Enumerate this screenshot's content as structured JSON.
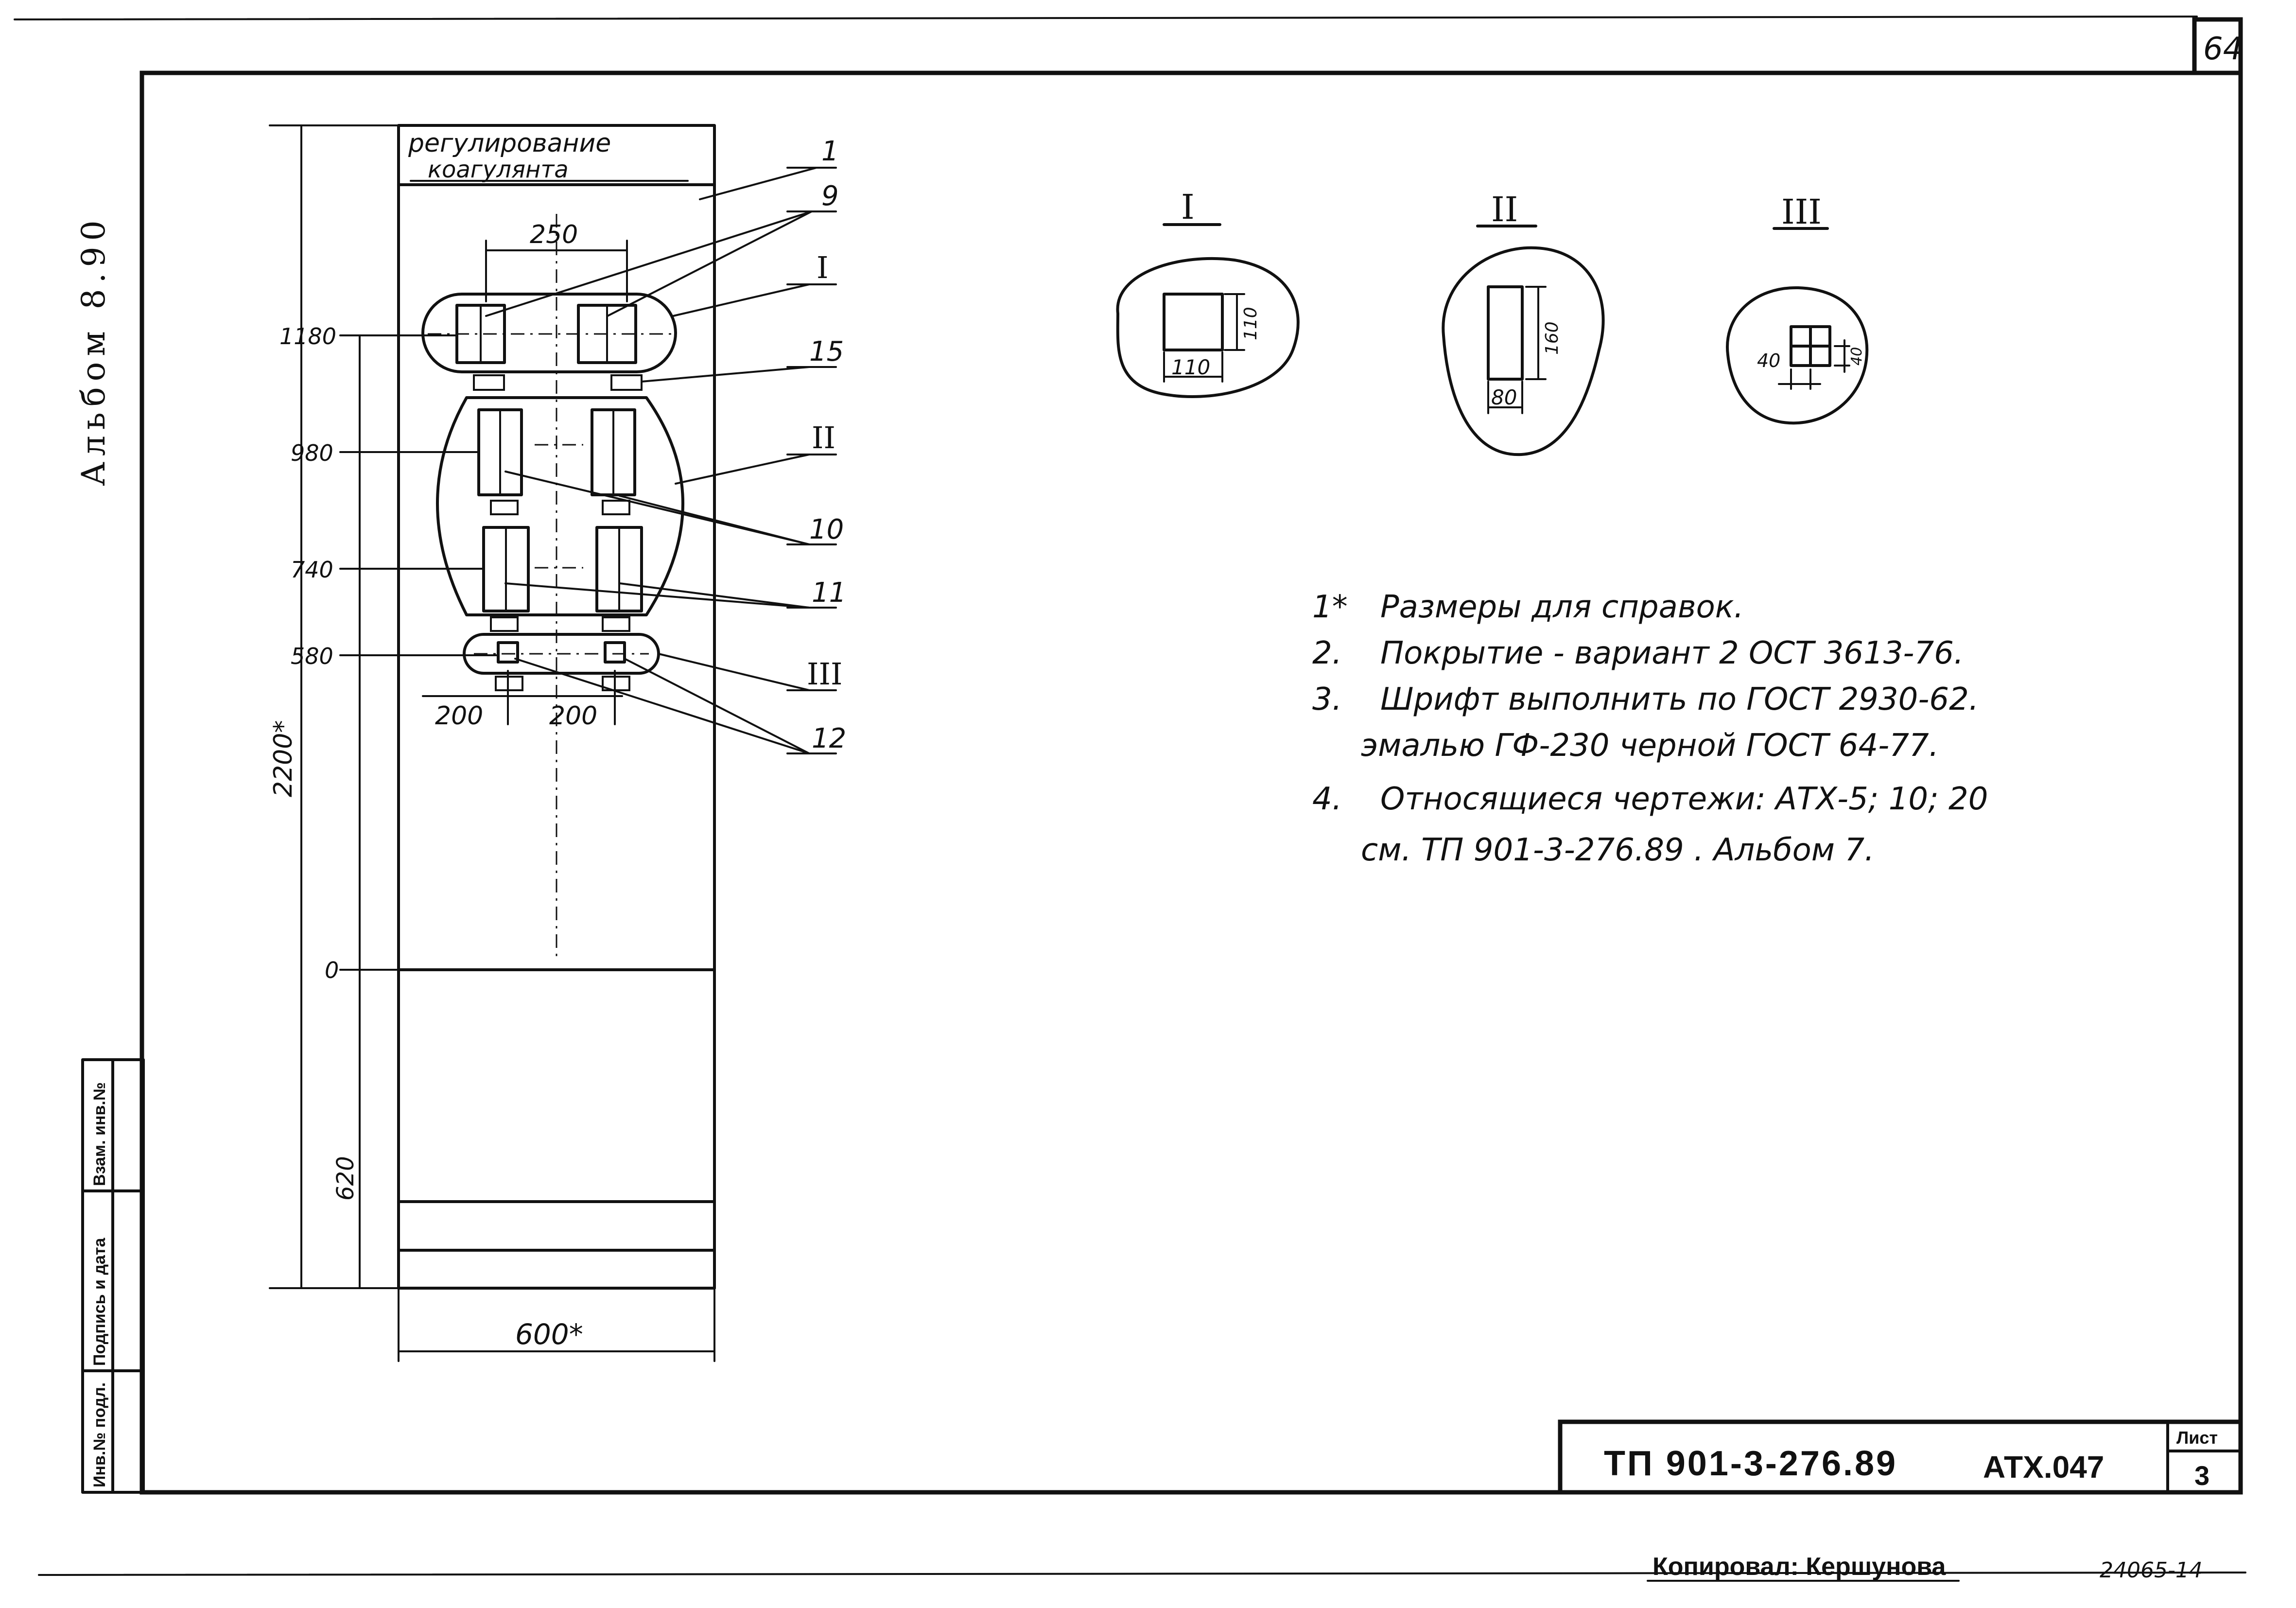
{
  "sheet": {
    "page_number": "64",
    "album_side_label": "Альбом 8.90",
    "sheet_label": "Лист",
    "sheet_value": "3",
    "doc_code": "ТП 901-3-276.89",
    "drawing_code": "АТХ.047",
    "copied_by": "Копировал: Кершунова",
    "archive_number": "24065-14"
  },
  "stamp_columns": [
    "Инв.№ подл.",
    "Подпись и дата",
    "Взам. инв.№"
  ],
  "panel": {
    "title_line1": "регулирование",
    "title_line2": "коагулянта",
    "dim_width_top": "250",
    "dim_left_200": "200",
    "dim_right_200": "200",
    "dim_total_width": "600*",
    "dim_total_height": "2200*",
    "dim_bottom_620": "620",
    "levels": [
      "1180",
      "980",
      "740",
      "580",
      "0"
    ],
    "positions": [
      "1",
      "9",
      "I",
      "15",
      "II",
      "10",
      "11",
      "III",
      "12"
    ]
  },
  "details": [
    {
      "label": "I",
      "dim_a": "110",
      "dim_b": "110"
    },
    {
      "label": "II",
      "dim_a": "80",
      "dim_b": "160"
    },
    {
      "label": "III",
      "dim_a": "40",
      "dim_b": "40"
    }
  ],
  "notes": [
    {
      "num": "1*",
      "text": "Размеры для справок."
    },
    {
      "num": "2.",
      "text": "Покрытие - вариант 2 ОСТ 3613-76."
    },
    {
      "num": "3.",
      "text": "Шрифт выполнить по ГОСТ 2930-62."
    },
    {
      "num": "",
      "text": "эмалью ГФ-230 черной ГОСТ 64-77."
    },
    {
      "num": "4.",
      "text": "Относящиеся чертежи: АТХ-5; 10; 20"
    },
    {
      "num": "",
      "text": "см. ТП 901-3-276.89 . Альбом 7."
    }
  ]
}
